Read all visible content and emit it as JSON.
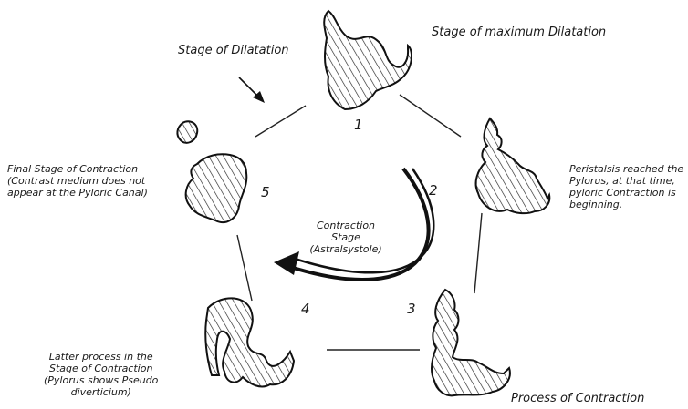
{
  "stages": [
    {
      "number": "1",
      "label": [
        "Stage of maximum Dilatation"
      ]
    },
    {
      "number": "2",
      "label": [
        "Peristalsis reached the",
        "Pylorus, at that time,",
        "pyloric Contraction is",
        "beginning."
      ]
    },
    {
      "number": "3",
      "label": [
        "Process of Contraction"
      ]
    },
    {
      "number": "4",
      "label": [
        "Latter process in the",
        "Stage of Contraction",
        "(Pylorus shows Pseudo",
        "diverticium)"
      ]
    },
    {
      "number": "5",
      "label": [
        "Final Stage of Contraction",
        "(Contrast medium does not",
        "appear at the Pyloric Canal)"
      ]
    }
  ],
  "dilatation_label": "Stage of Dilatation",
  "contraction_label": [
    "Contraction",
    "Stage",
    "(Astralsystole)"
  ]
}
